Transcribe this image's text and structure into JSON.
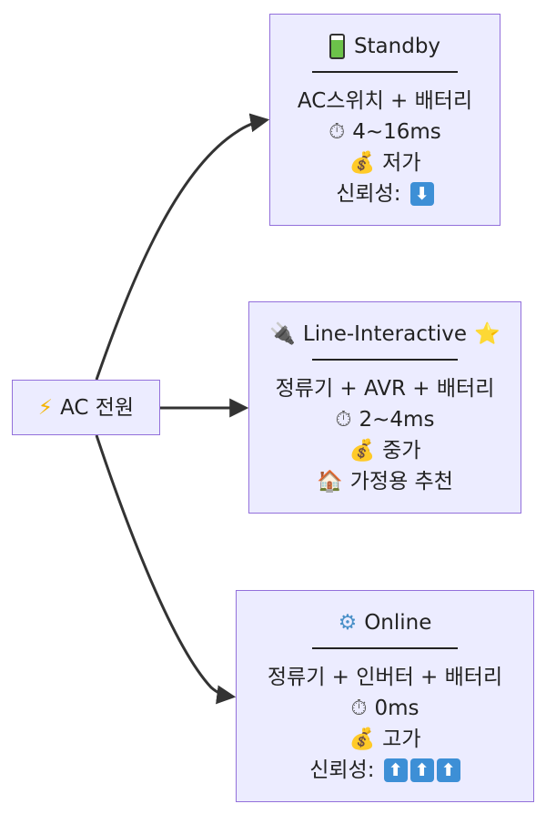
{
  "source": {
    "icon": "⚡",
    "icon_name": "lightning-icon",
    "label": "AC 전원"
  },
  "nodes": {
    "standby": {
      "title": "Standby",
      "title_icon": "battery-icon",
      "lines": [
        "AC스위치 + 배터리",
        "4~16ms",
        "저가",
        "신뢰성:"
      ],
      "line_icons": [
        "",
        "⏱",
        "💰",
        ""
      ],
      "reliability_arrows": [
        "⬇"
      ]
    },
    "line_interactive": {
      "title_icon_glyph": "🔌",
      "title_icon": "plug-icon",
      "title": "Line-Interactive",
      "title_suffix_glyph": "⭐",
      "title_suffix_icon": "star-icon",
      "lines": [
        "정류기 + AVR + 배터리",
        "2~4ms",
        "중가",
        "가정용 추천"
      ],
      "line_icons": [
        "",
        "⏱",
        "💰",
        "🏠"
      ]
    },
    "online": {
      "title_icon_glyph": "⚙",
      "title_icon": "gear-icon",
      "title": "Online",
      "lines": [
        "정류기 + 인버터 + 배터리",
        "0ms",
        "고가",
        "신뢰성:"
      ],
      "line_icons": [
        "",
        "⏱",
        "💰",
        ""
      ],
      "reliability_arrows": [
        "⬆",
        "⬆",
        "⬆"
      ]
    }
  },
  "colors": {
    "node_fill": "#ECECFF",
    "node_border": "#9370DB",
    "edge": "#333333",
    "arrow_badge": "#3d8fd6"
  }
}
